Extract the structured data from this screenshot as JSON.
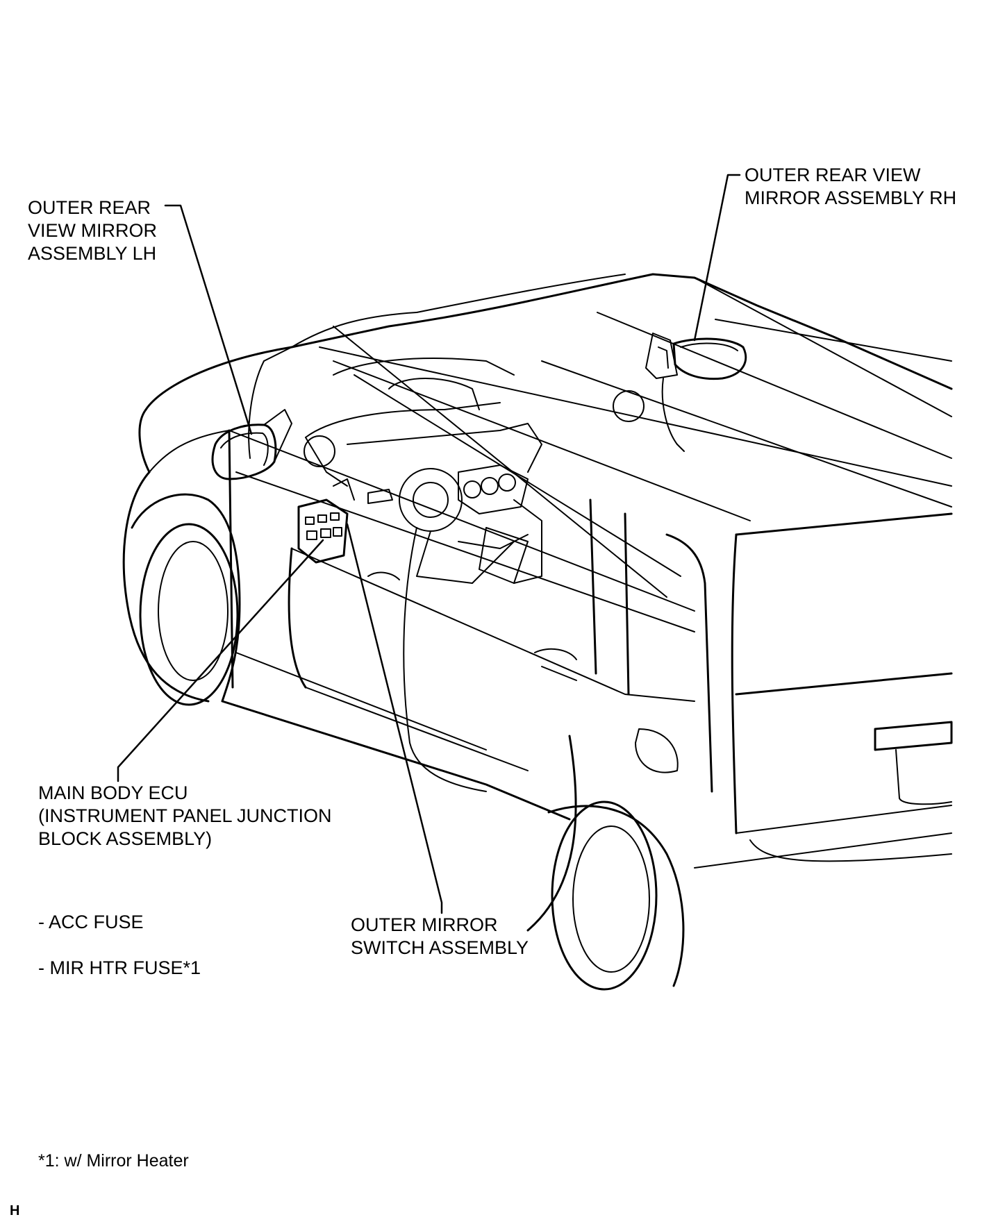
{
  "labels": {
    "mirror_lh": "OUTER REAR\nVIEW MIRROR\nASSEMBLY LH",
    "mirror_rh": "OUTER REAR VIEW\nMIRROR ASSEMBLY RH",
    "main_body_ecu": "MAIN BODY ECU\n(INSTRUMENT PANEL JUNCTION\nBLOCK ASSEMBLY)",
    "acc_fuse": "- ACC FUSE",
    "mir_htr_fuse": "- MIR HTR FUSE*1",
    "mirror_switch": "OUTER MIRROR\nSWITCH ASSEMBLY"
  },
  "footnote": "*1: w/ Mirror Heater",
  "figure_code": "H"
}
